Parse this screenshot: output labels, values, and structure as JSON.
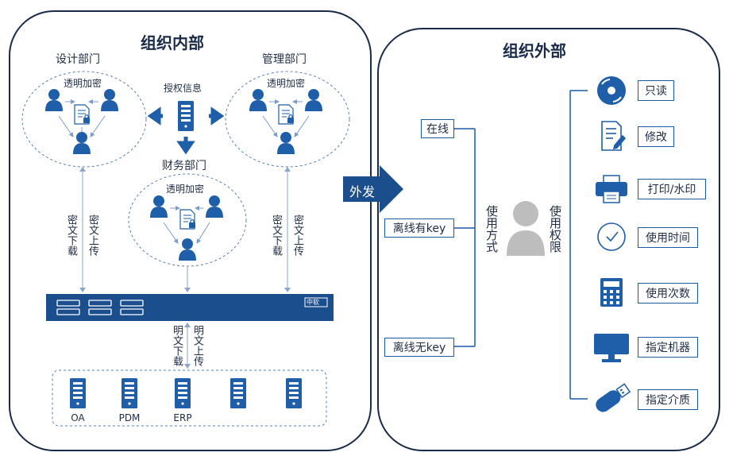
{
  "inside": {
    "title": "组织内部",
    "design_dept": "设计部门",
    "mgmt_dept": "管理部门",
    "finance_dept": "财务部门",
    "transparent_enc": "透明加密",
    "auth_info": "授权信息",
    "cipher_download": "密文下载",
    "cipher_upload": "密文上传",
    "plain_download": "明文下载",
    "plain_upload": "明文上传",
    "gateway_brand": "中软",
    "servers": [
      "OA",
      "PDM",
      "ERP",
      "",
      ""
    ]
  },
  "outside": {
    "title": "组织外部",
    "outgoing": "外发",
    "modes": [
      "在线",
      "离线有key",
      "离线无key"
    ],
    "mode_label": "使用方式",
    "perm_label": "使用权限",
    "permissions": [
      {
        "label": "只读",
        "icon": "cd-icon"
      },
      {
        "label": "修改",
        "icon": "edit-document-icon"
      },
      {
        "label": "打印/水印",
        "icon": "printer-icon"
      },
      {
        "label": "使用时间",
        "icon": "clock-icon"
      },
      {
        "label": "使用次数",
        "icon": "calculator-icon"
      },
      {
        "label": "指定机器",
        "icon": "monitor-icon"
      },
      {
        "label": "指定介质",
        "icon": "usb-drive-icon"
      }
    ]
  },
  "colors": {
    "primary": "#1a5aa6",
    "dark": "#1a4e8c",
    "gray": "#bdbdbd"
  }
}
